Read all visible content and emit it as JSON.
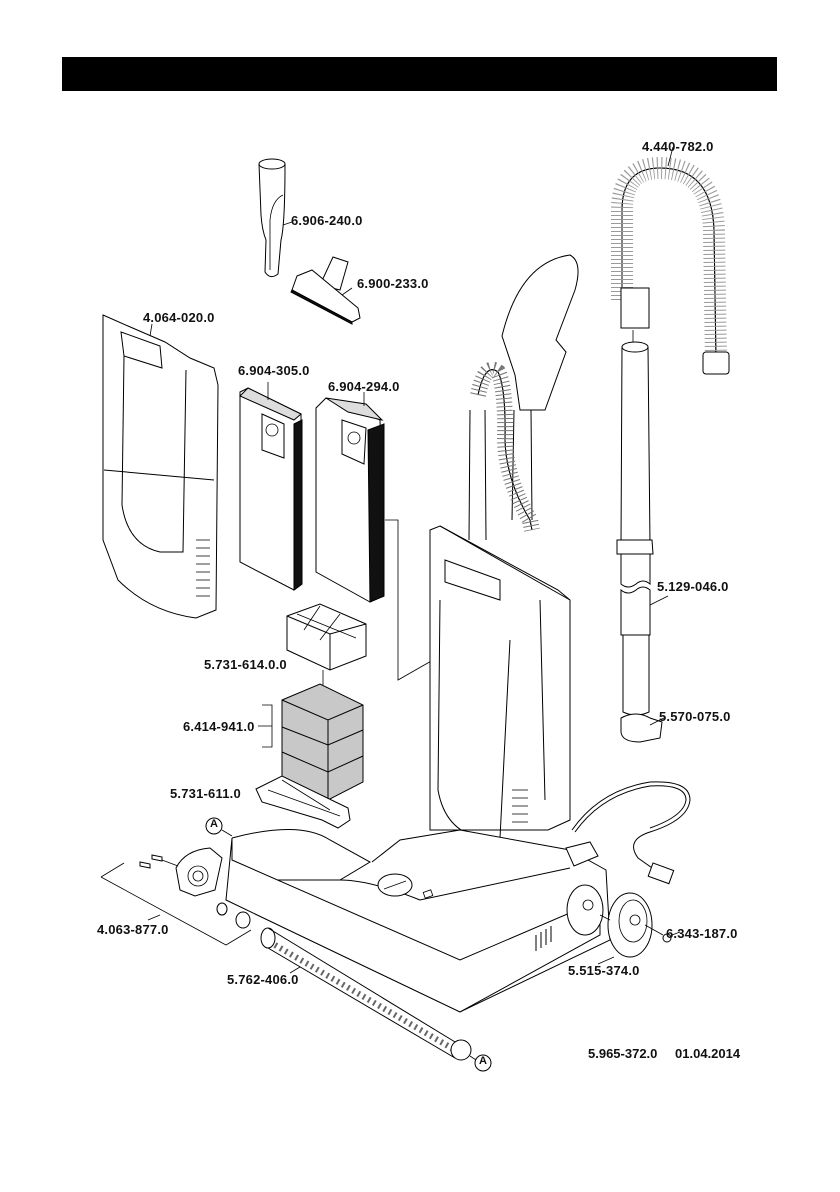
{
  "header": {
    "title": ""
  },
  "parts": [
    {
      "id": "crevice-nozzle",
      "number": "6.906-240.0"
    },
    {
      "id": "upholstery-nozzle",
      "number": "6.900-233.0"
    },
    {
      "id": "suction-hose",
      "number": "4.440-782.0"
    },
    {
      "id": "front-cover",
      "number": "4.064-020.0"
    },
    {
      "id": "paper-filter-bag",
      "number": "6.904-305.0"
    },
    {
      "id": "filter-bag-pack",
      "number": "6.904-294.0"
    },
    {
      "id": "exhaust-filter-cassette",
      "number": "5.731-614.0.0"
    },
    {
      "id": "foam-filter",
      "number": "6.414-941.0"
    },
    {
      "id": "filter-holder",
      "number": "5.731-611.0"
    },
    {
      "id": "suction-tube",
      "number": "5.129-046.0"
    },
    {
      "id": "tube-clip",
      "number": "5.570-075.0"
    },
    {
      "id": "brush-roller-bearing-kit",
      "number": "4.063-877.0"
    },
    {
      "id": "brush-roller",
      "number": "5.762-406.0"
    },
    {
      "id": "wheel",
      "number": "5.515-374.0"
    },
    {
      "id": "wheel-cap",
      "number": "6.343-187.0"
    }
  ],
  "markers": {
    "a_top": "A",
    "a_bottom": "A"
  },
  "footer": {
    "doc_number": "5.965-372.0",
    "date": "01.04.2014"
  }
}
